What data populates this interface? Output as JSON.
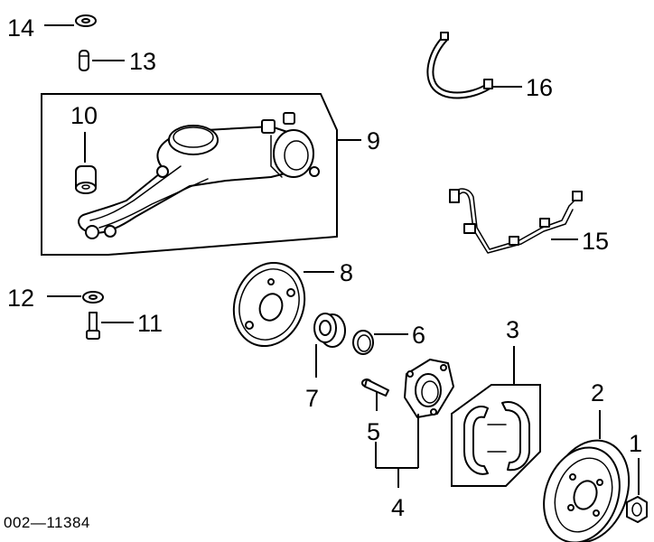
{
  "figure": {
    "code": "002—11384"
  },
  "callouts": {
    "c1": "1",
    "c2": "2",
    "c3": "3",
    "c4": "4",
    "c5": "5",
    "c6": "6",
    "c7": "7",
    "c8": "8",
    "c9": "9",
    "c10": "10",
    "c11": "11",
    "c12": "12",
    "c13": "13",
    "c14": "14",
    "c15": "15",
    "c16": "16"
  }
}
